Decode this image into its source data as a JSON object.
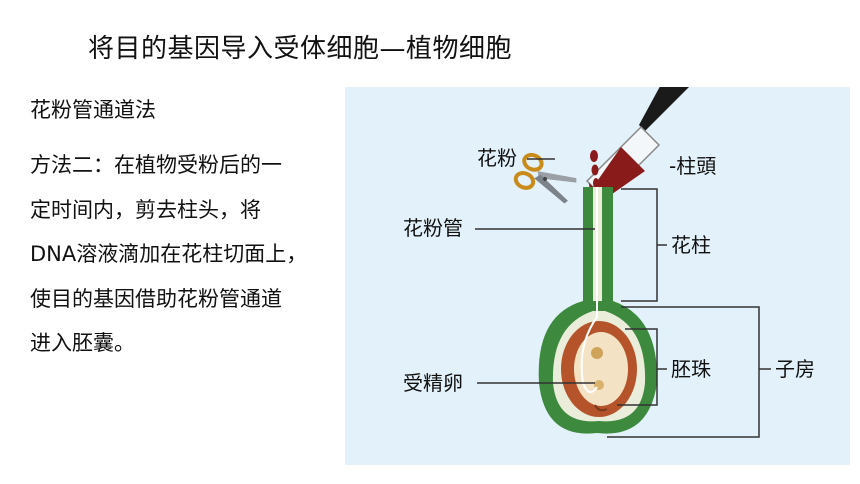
{
  "slide": {
    "title": "将目的基因导入受体细胞—植物细胞",
    "subtitle": "花粉管通道法",
    "body_lines": [
      "方法二：在植物受粉后的一",
      "定时间内，剪去柱头，将",
      "DNA溶液滴加在花柱切面上，",
      "使目的基因借助花粉管通道",
      "进入胚囊。"
    ]
  },
  "diagram": {
    "labels": {
      "pollen": "花粉",
      "stigma": "-柱頭",
      "pollen_tube": "花粉管",
      "style": "花柱",
      "ovule": "胚珠",
      "ovary": "子房",
      "fertilized_egg": "受精卵"
    },
    "colors": {
      "background": "#e3f2fa",
      "ovary_green": "#3d8a3f",
      "ovule_brown": "#b5542a",
      "dna_drop": "#8a1b1b",
      "dropper_bulb": "#1a1a1a"
    }
  }
}
